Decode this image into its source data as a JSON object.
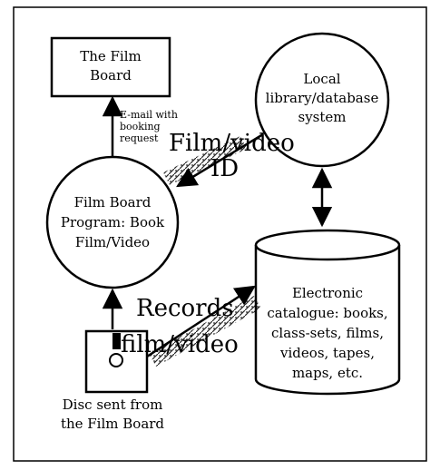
{
  "diagram": {
    "film_board_box": [
      "The Film",
      "Board"
    ],
    "local_system": [
      "Local",
      "library/database",
      "system"
    ],
    "film_board_program": [
      "Film Board",
      "Program: Book",
      "Film/Video"
    ],
    "catalogue": [
      "Electronic",
      "catalogue: books,",
      "class-sets, films,",
      "videos, tapes,",
      "maps, etc."
    ],
    "disc_caption": [
      "Disc sent from",
      "the Film Board"
    ],
    "email_label": [
      "E-mail with",
      "booking",
      "request"
    ],
    "film_video_id_label": [
      "Film/video",
      "ID"
    ],
    "records_label": [
      "Records",
      "film/video"
    ]
  }
}
